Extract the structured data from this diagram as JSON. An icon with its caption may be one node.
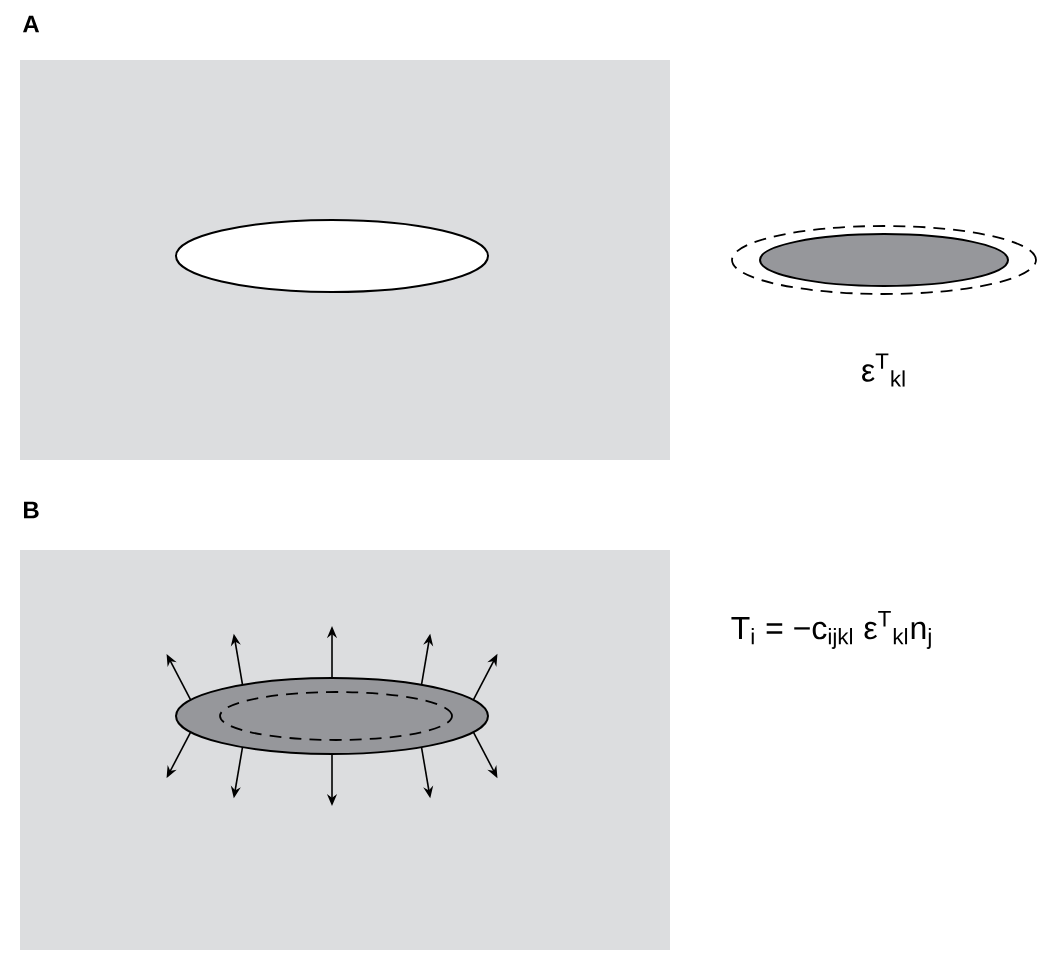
{
  "diagram": {
    "labels": [
      "A",
      "ε$^{T}$$_{kl}$",
      "B",
      "T$_{i}$ = −c$_{ijkl}$ ε$^{T}$$_{kl}$n$_{j}$"
    ]
  }
}
